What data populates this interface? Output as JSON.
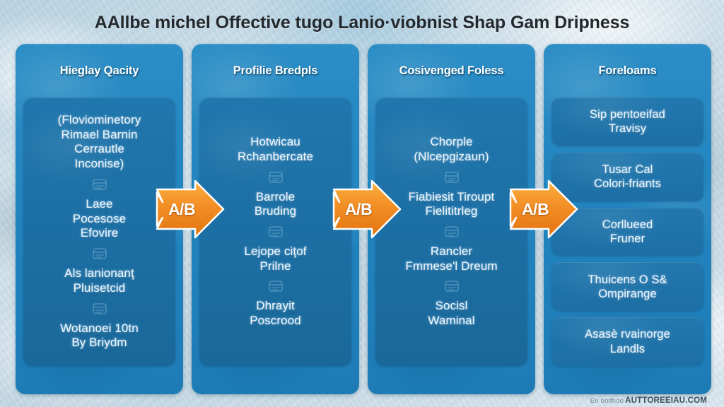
{
  "page": {
    "title": "AAllbe michel Offective tugo Lanio·viobnist Shap Gam Dripness",
    "background_color": "#c3d7e3"
  },
  "theme": {
    "card_blue": "#2184bf",
    "panel_blue": "#1c6ea3",
    "arrow_orange": "#f08b2a",
    "text_white": "#eaf4fb",
    "title_dark": "#23282d"
  },
  "columns": [
    {
      "header": "Hieglay Qacity",
      "layout": "single-panel",
      "items": [
        {
          "lines": [
            "(Floviominetory",
            "Rimael Barnin",
            "Cerrautle",
            "Inconise)"
          ]
        },
        {
          "lines": [
            "Laee",
            "Pocesose",
            "Efovire"
          ]
        },
        {
          "lines": [
            "Als lanionanţ",
            "Pluisetcid"
          ]
        },
        {
          "lines": [
            "Wotanoei 10tn",
            "By Briydm"
          ]
        }
      ]
    },
    {
      "header": "Profilie Bredpls",
      "layout": "single-panel",
      "items": [
        {
          "lines": [
            "Hotwicau",
            "Rchanbercate"
          ]
        },
        {
          "lines": [
            "Barrole",
            "Bruding"
          ]
        },
        {
          "lines": [
            "Lejope ciţof",
            "Prilne"
          ]
        },
        {
          "lines": [
            "Dhrayit",
            "Poscrood"
          ]
        }
      ]
    },
    {
      "header": "Cosivenged Foless",
      "layout": "single-panel",
      "items": [
        {
          "lines": [
            "Chorple",
            "(Nlcepgizaun)"
          ]
        },
        {
          "lines": [
            "Fiabiesit Tiroupt",
            "Fielititrleg"
          ]
        },
        {
          "lines": [
            "Rancler",
            "Fmmese'l Dreum"
          ]
        },
        {
          "lines": [
            "Socisl",
            "Waminal"
          ]
        }
      ]
    },
    {
      "header": "Foreloams",
      "layout": "panel-stack",
      "items": [
        {
          "lines": [
            "Sip pentoeifad",
            "Travisy"
          ]
        },
        {
          "lines": [
            "Tusar Cal",
            "Colori-friants"
          ]
        },
        {
          "lines": [
            "Corllueed",
            "Fruner"
          ]
        },
        {
          "lines": [
            "Thuicens O S&",
            "Ompirange"
          ]
        },
        {
          "lines": [
            "Asasè rvainorge",
            "Landls"
          ]
        }
      ]
    }
  ],
  "arrows": [
    {
      "label": "A/B"
    },
    {
      "label": "A/B"
    },
    {
      "label": "A/B"
    }
  ],
  "watermark": {
    "prefix": "En oolthoo",
    "main": "AUTTOREEIAU.COM"
  },
  "icons": {
    "divider": "divider-glyph-icon",
    "arrow": "right-arrow-icon"
  }
}
